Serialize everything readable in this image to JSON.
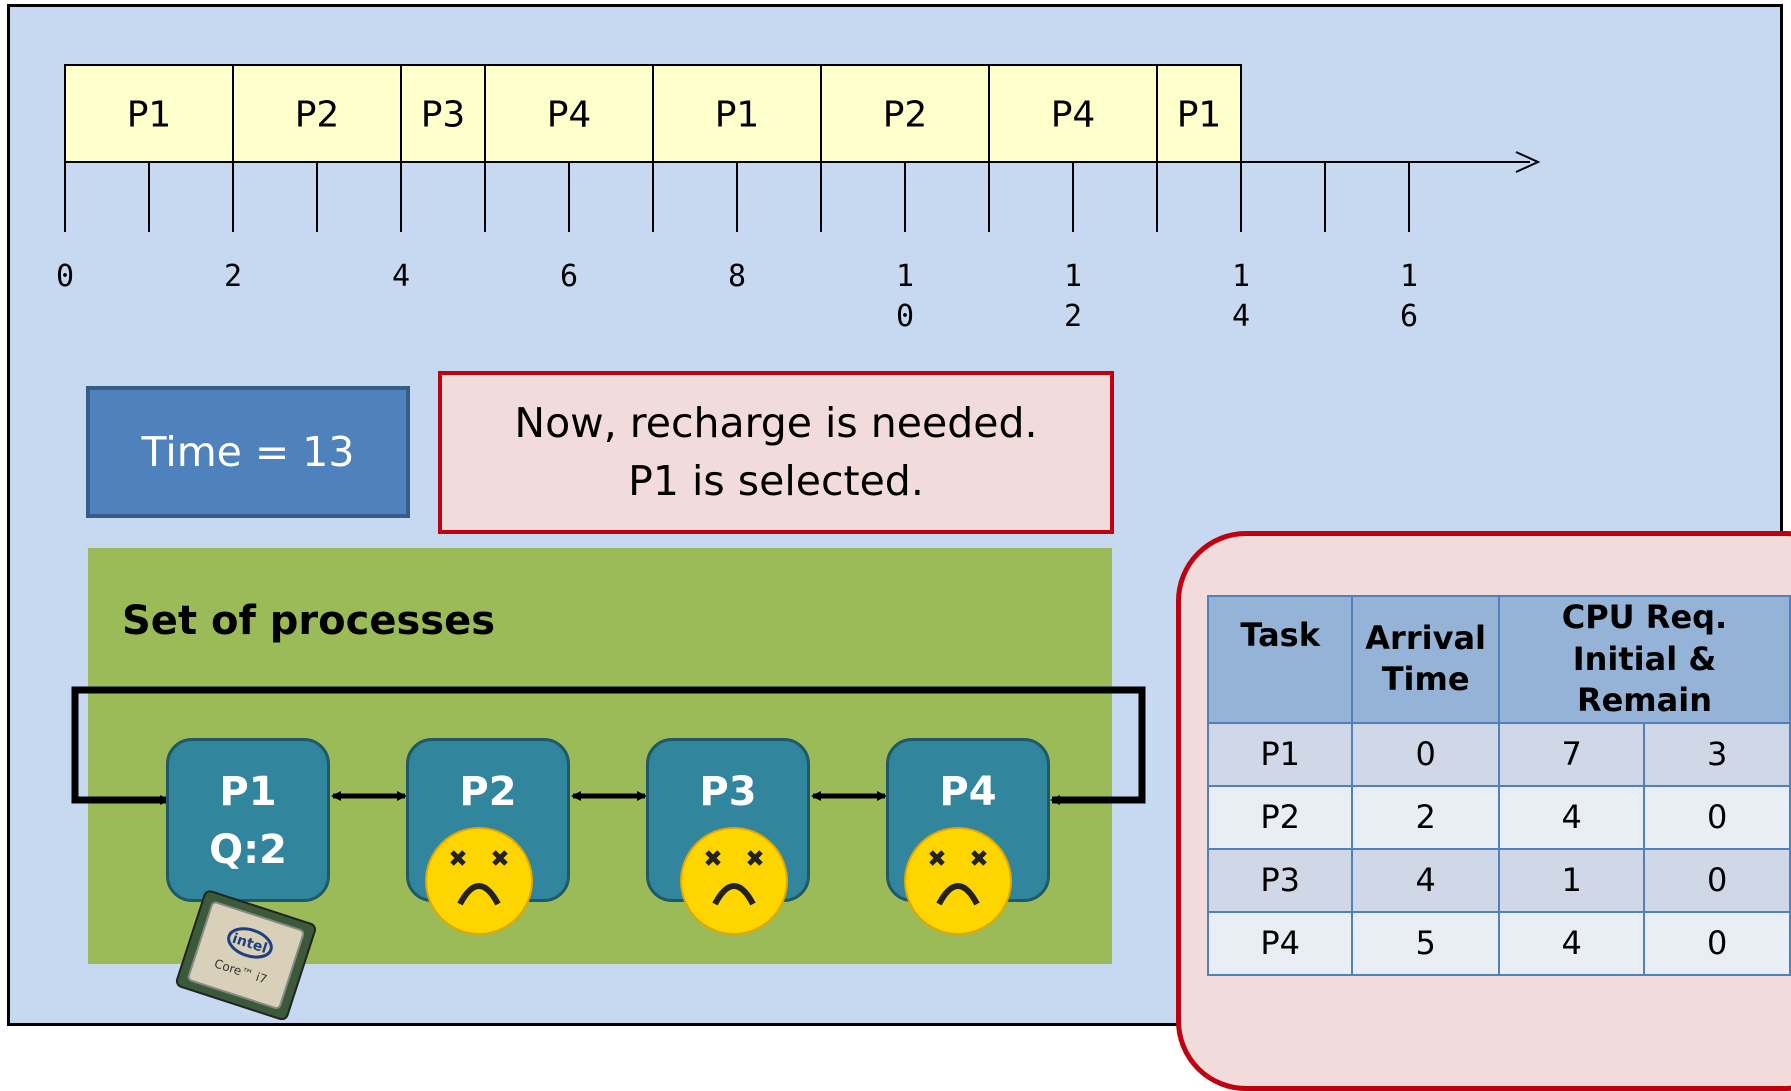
{
  "timeline": {
    "segments": [
      {
        "label": "P1",
        "start": 0,
        "end": 2
      },
      {
        "label": "P2",
        "start": 2,
        "end": 4
      },
      {
        "label": "P3",
        "start": 4,
        "end": 5
      },
      {
        "label": "P4",
        "start": 5,
        "end": 7
      },
      {
        "label": "P1",
        "start": 7,
        "end": 9
      },
      {
        "label": "P2",
        "start": 9,
        "end": 11
      },
      {
        "label": "P4",
        "start": 11,
        "end": 13
      },
      {
        "label": "P1",
        "start": 13,
        "end": 14
      }
    ],
    "tick_range": [
      0,
      16
    ],
    "tick_labels": [
      {
        "value": 0,
        "lines": [
          "0"
        ]
      },
      {
        "value": 2,
        "lines": [
          "2"
        ]
      },
      {
        "value": 4,
        "lines": [
          "4"
        ]
      },
      {
        "value": 6,
        "lines": [
          "6"
        ]
      },
      {
        "value": 8,
        "lines": [
          "8"
        ]
      },
      {
        "value": 10,
        "lines": [
          "1",
          "0"
        ]
      },
      {
        "value": 12,
        "lines": [
          "1",
          "2"
        ]
      },
      {
        "value": 14,
        "lines": [
          "1",
          "4"
        ]
      },
      {
        "value": 16,
        "lines": [
          "1",
          "6"
        ]
      }
    ]
  },
  "status": {
    "time_label": "Time = 13",
    "message_line1": "Now, recharge is needed.",
    "message_line2": "P1 is selected."
  },
  "processes_panel": {
    "title": "Set of processes",
    "items": [
      {
        "name": "P1",
        "quantum": "Q:2",
        "state": "running"
      },
      {
        "name": "P2",
        "quantum": "",
        "state": "finished"
      },
      {
        "name": "P3",
        "quantum": "",
        "state": "finished"
      },
      {
        "name": "P4",
        "quantum": "",
        "state": "finished"
      }
    ],
    "cpu_brand": "intel",
    "cpu_model": "Core™ i7"
  },
  "task_table": {
    "headers": {
      "task": "Task",
      "arrival_line1": "Arrival",
      "arrival_line2": "Time",
      "cpu_line1": "CPU Req.",
      "cpu_line2": "Initial & Remain"
    },
    "rows": [
      {
        "task": "P1",
        "arrival": "0",
        "initial": "7",
        "remain": "3"
      },
      {
        "task": "P2",
        "arrival": "2",
        "initial": "4",
        "remain": "0"
      },
      {
        "task": "P3",
        "arrival": "4",
        "initial": "1",
        "remain": "0"
      },
      {
        "task": "P4",
        "arrival": "5",
        "initial": "4",
        "remain": "0"
      }
    ]
  },
  "colors": {
    "background": "#c6d9f1",
    "segment_fill": "#ffffcc",
    "time_box": "#4f81bd",
    "message_box": "#f2dcdb",
    "message_border": "#c0000f",
    "process_panel": "#9bbb59",
    "process_box": "#31859c",
    "face": "#ffd500"
  }
}
